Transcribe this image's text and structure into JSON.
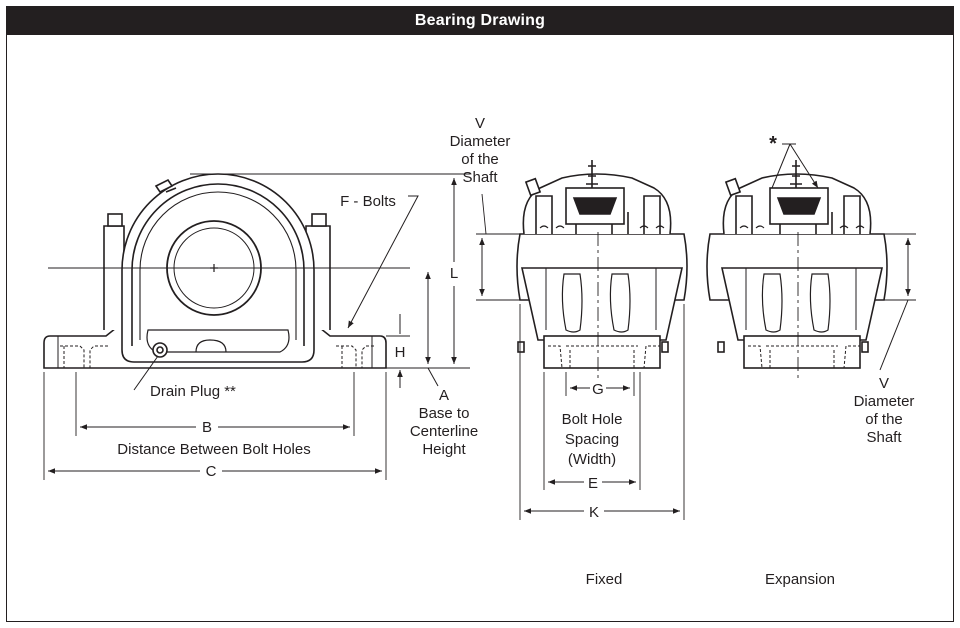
{
  "title": "Bearing Drawing",
  "labels": {
    "v_left": [
      "V",
      "Diameter",
      "of the",
      "Shaft"
    ],
    "f_bolts": "F - Bolts",
    "l": "L",
    "h": "H",
    "a": [
      "A",
      "Base to",
      "Centerline",
      "Height"
    ],
    "drain_plug": "Drain Plug **",
    "b": "B",
    "distance_between": "Distance Between Bolt Holes",
    "c": "C",
    "g": "G",
    "bolt_hole_spacing": [
      "Bolt Hole",
      "Spacing",
      "(Width)"
    ],
    "e": "E",
    "k": "K",
    "asterisk": "*",
    "v_right": [
      "V",
      "Diameter",
      "of the",
      "Shaft"
    ],
    "fixed": "Fixed",
    "expansion": "Expansion"
  },
  "colors": {
    "ink": "#231f20",
    "paper": "#ffffff"
  }
}
